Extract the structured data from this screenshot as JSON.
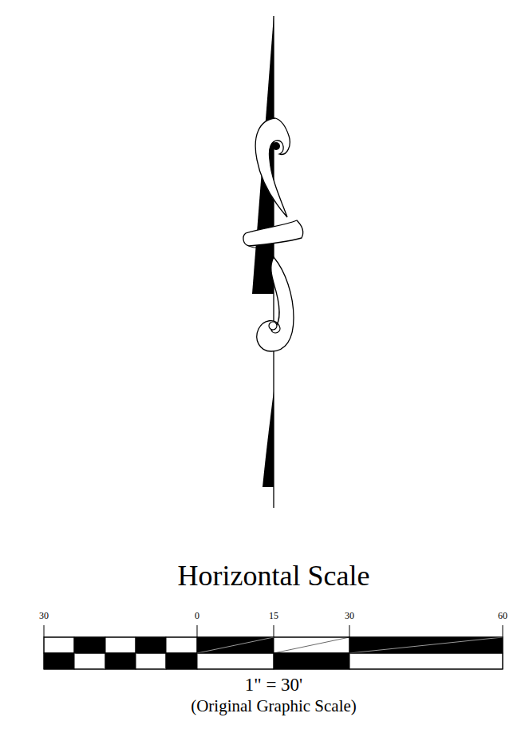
{
  "diagram": {
    "title": "Horizontal Scale",
    "labels": [
      "30",
      "0",
      "15",
      "30",
      "60",
      "1\" = 30'",
      "(Original Graphic Scale)"
    ]
  }
}
